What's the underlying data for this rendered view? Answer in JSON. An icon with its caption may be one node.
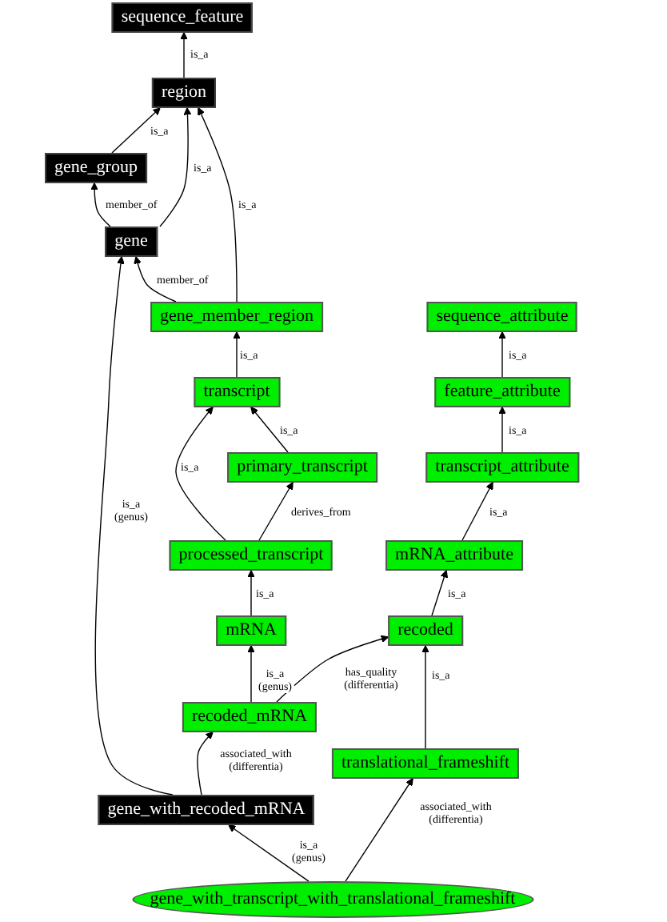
{
  "diagram": {
    "nodes": [
      {
        "text": [
          "sequence_feature"
        ]
      },
      {
        "text": [
          "region"
        ]
      },
      {
        "text": [
          "gene_group"
        ]
      },
      {
        "text": [
          "gene"
        ]
      },
      {
        "text": [
          "gene_member_region"
        ]
      },
      {
        "text": [
          "sequence_attribute"
        ]
      },
      {
        "text": [
          "transcript"
        ]
      },
      {
        "text": [
          "feature_attribute"
        ]
      },
      {
        "text": [
          "primary_transcript"
        ]
      },
      {
        "text": [
          "transcript_attribute"
        ]
      },
      {
        "text": [
          "processed_transcript"
        ]
      },
      {
        "text": [
          "mRNA_attribute"
        ]
      },
      {
        "text": [
          "mRNA"
        ]
      },
      {
        "text": [
          "recoded"
        ]
      },
      {
        "text": [
          "recoded_mRNA"
        ]
      },
      {
        "text": [
          "translational_frameshift"
        ]
      },
      {
        "text": [
          "gene_with_recoded_mRNA"
        ]
      },
      {
        "text": [
          "gene_with_transcript_with_translational_frameshift"
        ]
      }
    ],
    "edges": [
      {
        "from": 1,
        "to": 0,
        "arrow": "to",
        "label": "is_a"
      },
      {
        "from": 2,
        "to": 1,
        "arrow": "to",
        "label": "is_a"
      },
      {
        "from": 3,
        "to": 1,
        "arrow": "to",
        "label": "is_a"
      },
      {
        "from": 3,
        "to": 2,
        "arrow": "to",
        "label": "member_of"
      },
      {
        "from": 4,
        "to": 1,
        "arrow": "to",
        "label": "is_a"
      },
      {
        "from": 4,
        "to": 3,
        "arrow": "to",
        "label": "member_of"
      },
      {
        "from": 6,
        "to": 4,
        "arrow": "to",
        "label": "is_a"
      },
      {
        "from": 8,
        "to": 6,
        "arrow": "to",
        "label": "is_a"
      },
      {
        "from": 10,
        "to": 6,
        "arrow": "to",
        "label": "is_a"
      },
      {
        "from": 10,
        "to": 8,
        "arrow": "to",
        "label": "derives_from"
      },
      {
        "from": 12,
        "to": 10,
        "arrow": "to",
        "label": "is_a"
      },
      {
        "from": 14,
        "to": 12,
        "arrow": "to",
        "label": "is_a (genus)"
      },
      {
        "from": 14,
        "to": 13,
        "arrow": "to",
        "label": "has_quality (differentia)"
      },
      {
        "from": 16,
        "to": 3,
        "arrow": "to",
        "label": "is_a (genus)"
      },
      {
        "from": 16,
        "to": 14,
        "arrow": "to",
        "label": "associated_with (differentia)"
      },
      {
        "from": 7,
        "to": 5,
        "arrow": "to",
        "label": "is_a"
      },
      {
        "from": 9,
        "to": 7,
        "arrow": "to",
        "label": "is_a"
      },
      {
        "from": 11,
        "to": 9,
        "arrow": "to",
        "label": "is_a"
      },
      {
        "from": 13,
        "to": 11,
        "arrow": "to",
        "label": "is_a"
      },
      {
        "from": 15,
        "to": 13,
        "arrow": "to",
        "label": "is_a"
      },
      {
        "from": 17,
        "to": 16,
        "arrow": "to",
        "label": "is_a (genus)"
      },
      {
        "from": 17,
        "to": 15,
        "arrow": "to",
        "label": "associated_with (differentia)"
      }
    ]
  }
}
